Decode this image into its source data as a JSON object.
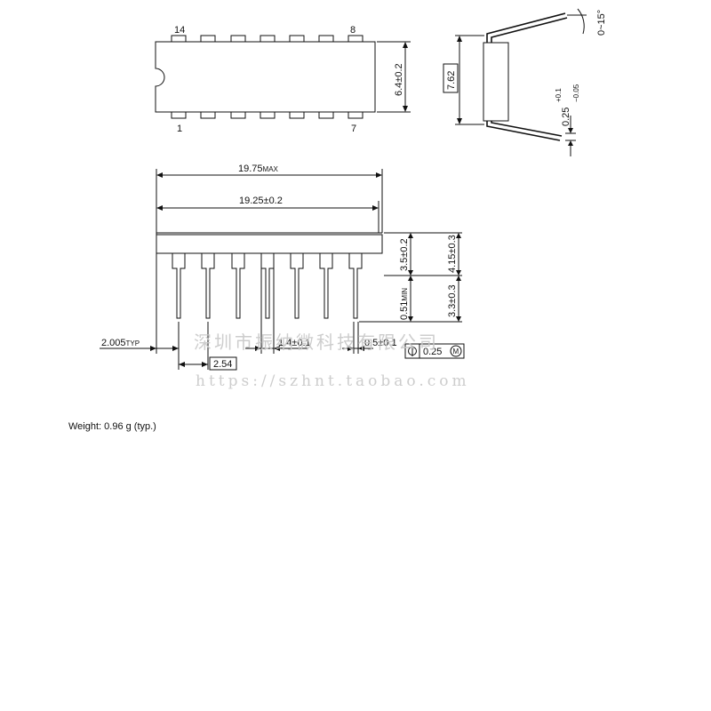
{
  "top_view": {
    "pin_labels": {
      "top_left": "14",
      "top_right": "8",
      "bottom_left": "1",
      "bottom_right": "7"
    },
    "width_dim": "6.4±0.2"
  },
  "side_view": {
    "row_spacing": "7.62",
    "lead_angle": "0~15°",
    "lead_thickness_main": "0.25",
    "lead_thickness_tol_plus": "+0.1",
    "lead_thickness_tol_minus": "−0.05"
  },
  "front_view": {
    "length_max_value": "19.75",
    "length_max_suffix": "MAX",
    "body_length": "19.25±0.2",
    "body_height": "3.5±0.2",
    "overall_height": "4.15±0.3",
    "standoff_value": "0.51",
    "standoff_suffix": "MIN",
    "lead_length": "3.3±0.3",
    "end_offset_value": "2.005",
    "end_offset_suffix": "TYP",
    "pitch": "2.54",
    "shoulder_width": "1.4±0.1",
    "lead_width": "0.5±0.1",
    "position_tolerance": "0.25",
    "tolerance_modifier": "M"
  },
  "watermark": {
    "cn": "深圳市振纳微科技有限公司",
    "url": "https://szhnt.taobao.com"
  },
  "weight_text": "Weight: 0.96 g (typ.)"
}
